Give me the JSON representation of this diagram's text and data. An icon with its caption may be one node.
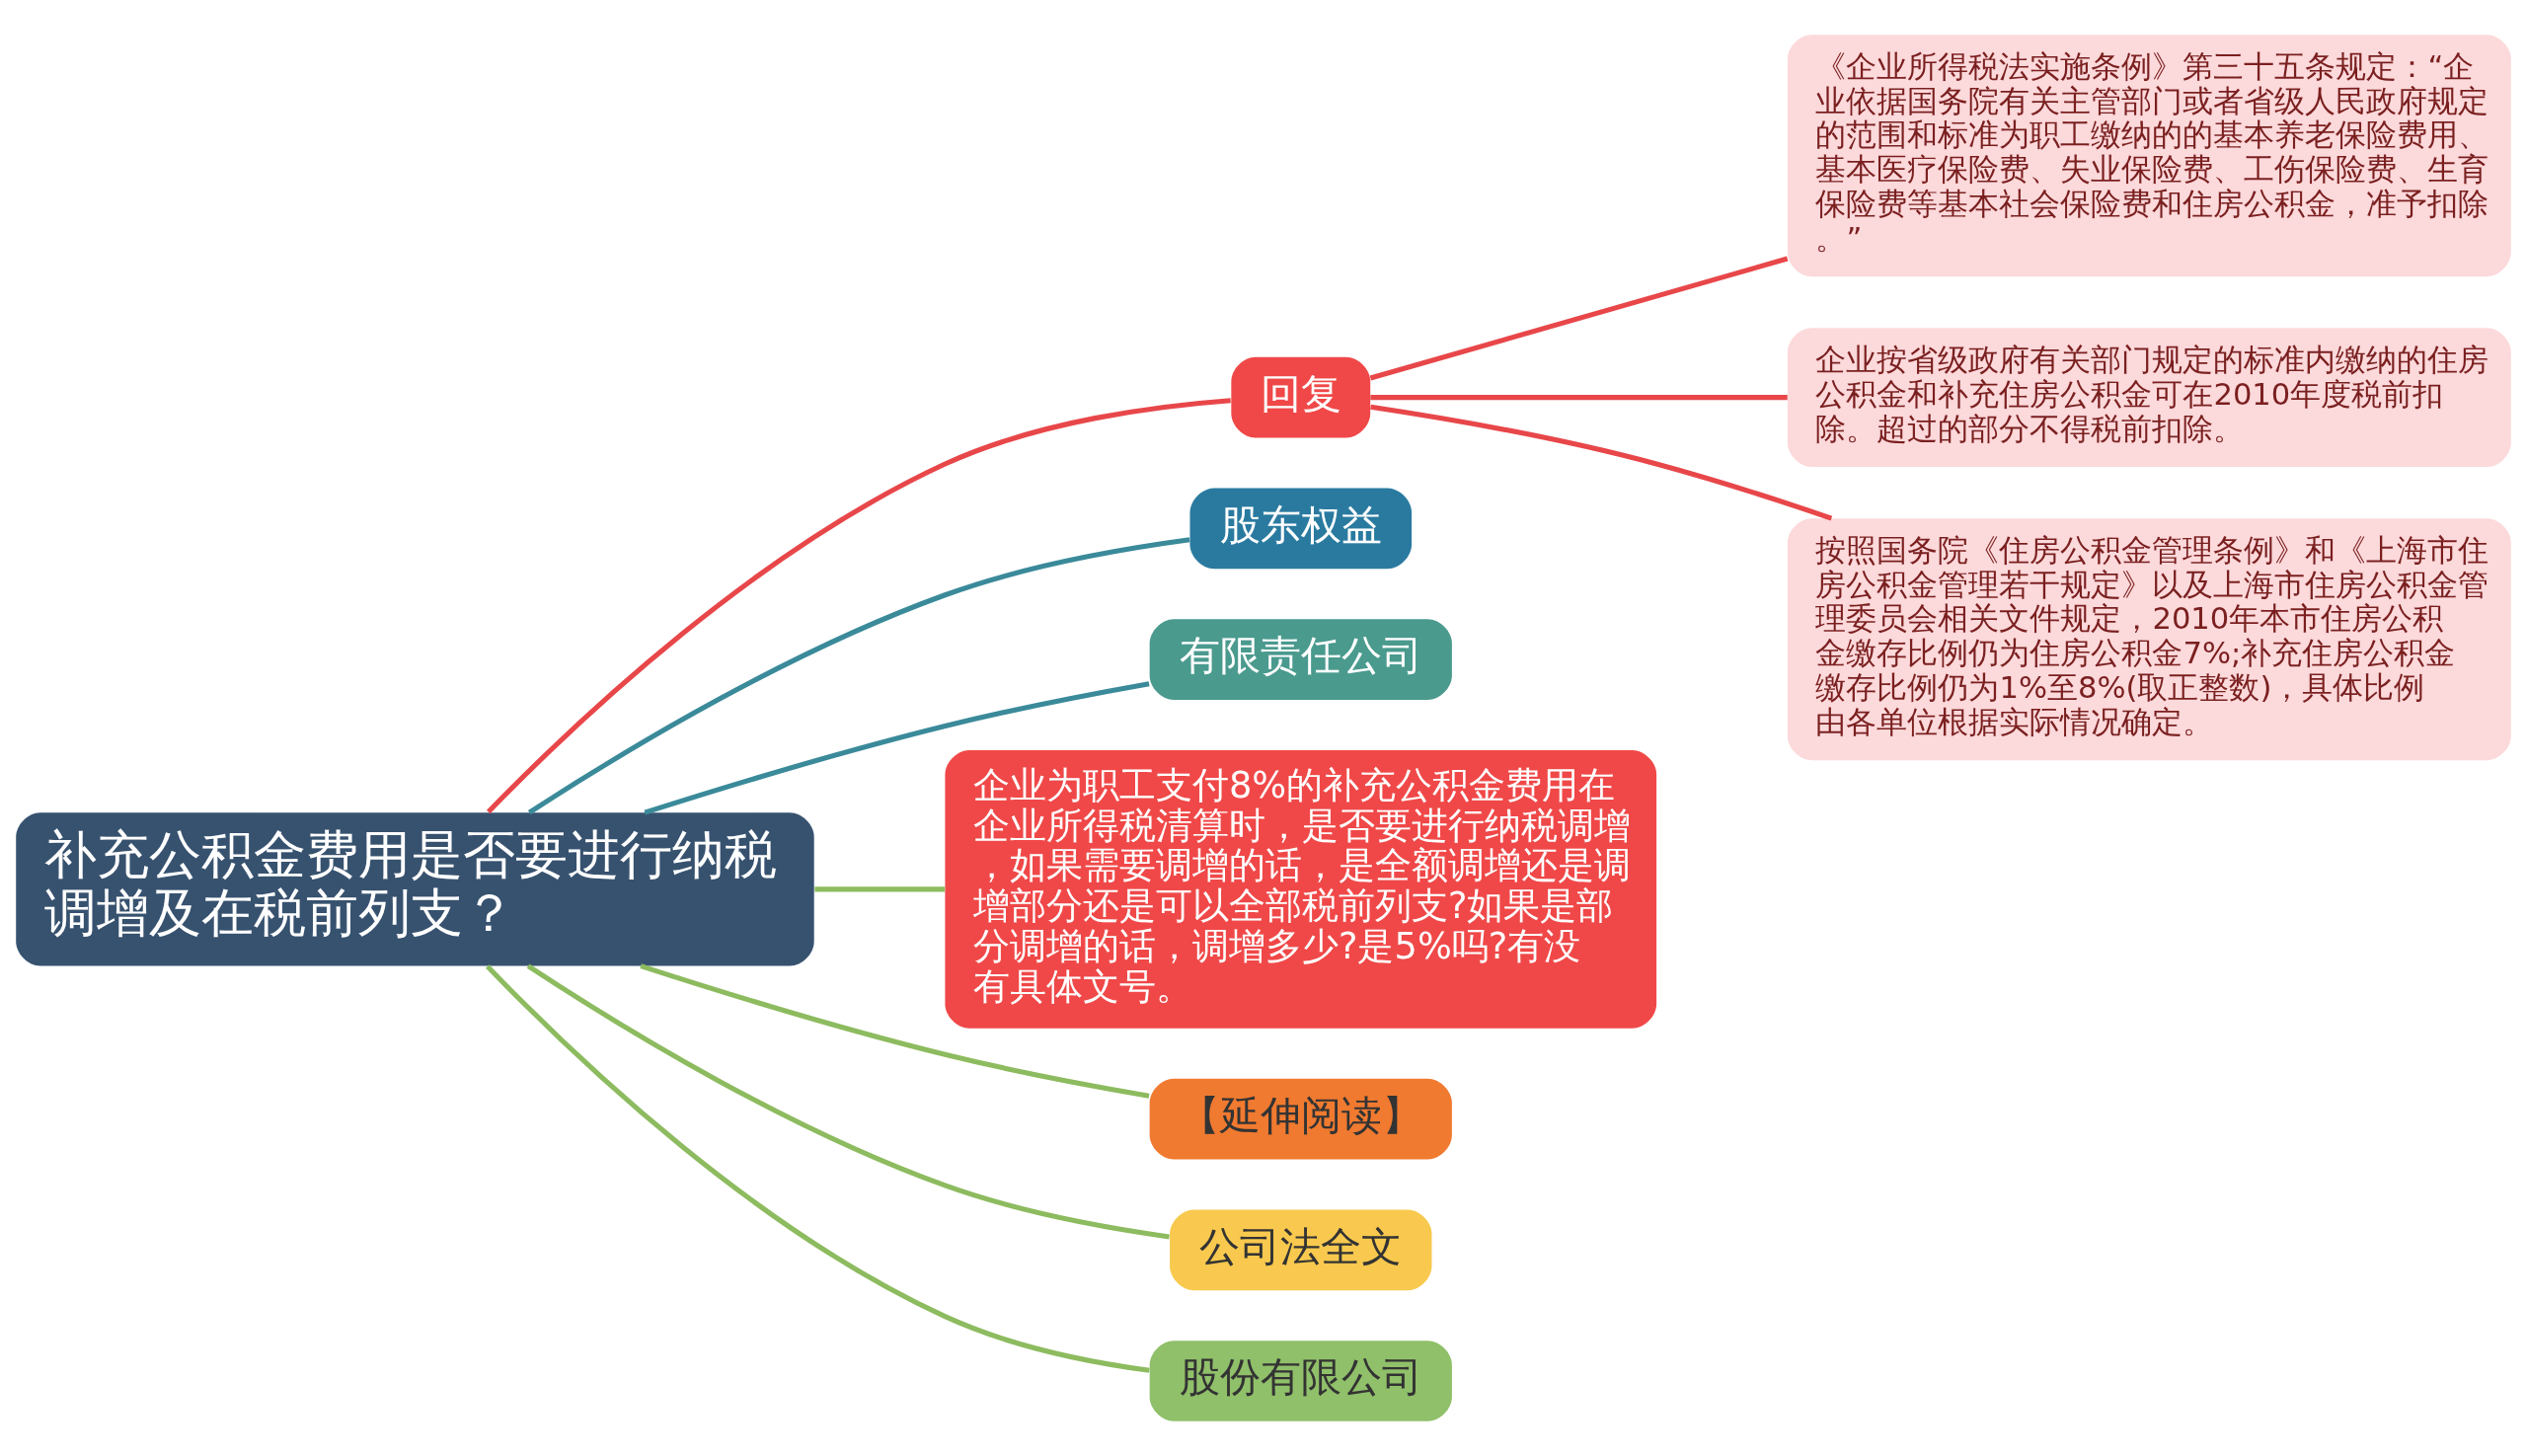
{
  "diagram": {
    "nodes": [
      {
        "text": [
          "补充公积金费用是否要进行纳税调增及在税前列支？"
        ]
      },
      {
        "text": [
          "回复"
        ]
      },
      {
        "text": [
          "《企业所得税法实施条例》第三十五条规定：“企业依据国务院有关主管部门或者省级人民政府规定的范围和标准为职工缴纳的的基本养老保险费用、基本医疗保险费、失业保险费、工伤保险费、生育保险费等基本社会保险费和住房公积金，准予扣除。”"
        ]
      },
      {
        "text": [
          "企业按省级政府有关部门规定的标准内缴纳的住房公积金和补充住房公积金可在2010年度税前扣除。超过的部分不得税前扣除。"
        ]
      },
      {
        "text": [
          "按照国务院《住房公积金管理条例》和《上海市住房公积金管理若干规定》以及上海市住房公积金管理委员会相关文件规定，2010年本市住房公积金缴存比例仍为住房公积金7%;补充住房公积金缴存比例仍为1%至8%(取正整数)，具体比例由各单位根据实际情况确定。"
        ]
      },
      {
        "text": [
          "股东权益"
        ]
      },
      {
        "text": [
          "有限责任公司"
        ]
      },
      {
        "text": [
          "企业为职工支付8%的补充公积金费用在企业所得税清算时，是否要进行纳税调增，如果需要调增的话，是全额调增还是调增部分还是可以全部税前列支?如果是部分调增的话，调增多少?是5%吗?有没有具体文号。"
        ]
      },
      {
        "text": [
          "【延伸阅读】"
        ]
      },
      {
        "text": [
          "公司法全文"
        ]
      },
      {
        "text": [
          "股份有限公司"
        ]
      }
    ],
    "edges": [
      {
        "from": 0,
        "to": 1,
        "arrow": "none",
        "color": "#e8474a"
      },
      {
        "from": 1,
        "to": 2,
        "arrow": "none",
        "color": "#e8474a"
      },
      {
        "from": 1,
        "to": 3,
        "arrow": "none",
        "color": "#e8474a"
      },
      {
        "from": 1,
        "to": 4,
        "arrow": "none",
        "color": "#e8474a"
      },
      {
        "from": 0,
        "to": 5,
        "arrow": "none",
        "color": "#3a8a9a"
      },
      {
        "from": 0,
        "to": 6,
        "arrow": "none",
        "color": "#3a8a9a"
      },
      {
        "from": 0,
        "to": 7,
        "arrow": "none",
        "color": "#8dbb5f"
      },
      {
        "from": 0,
        "to": 8,
        "arrow": "none",
        "color": "#8dbb5f"
      },
      {
        "from": 0,
        "to": 9,
        "arrow": "none",
        "color": "#8dbb5f"
      },
      {
        "from": 0,
        "to": 10,
        "arrow": "none",
        "color": "#8dbb5f"
      }
    ]
  }
}
